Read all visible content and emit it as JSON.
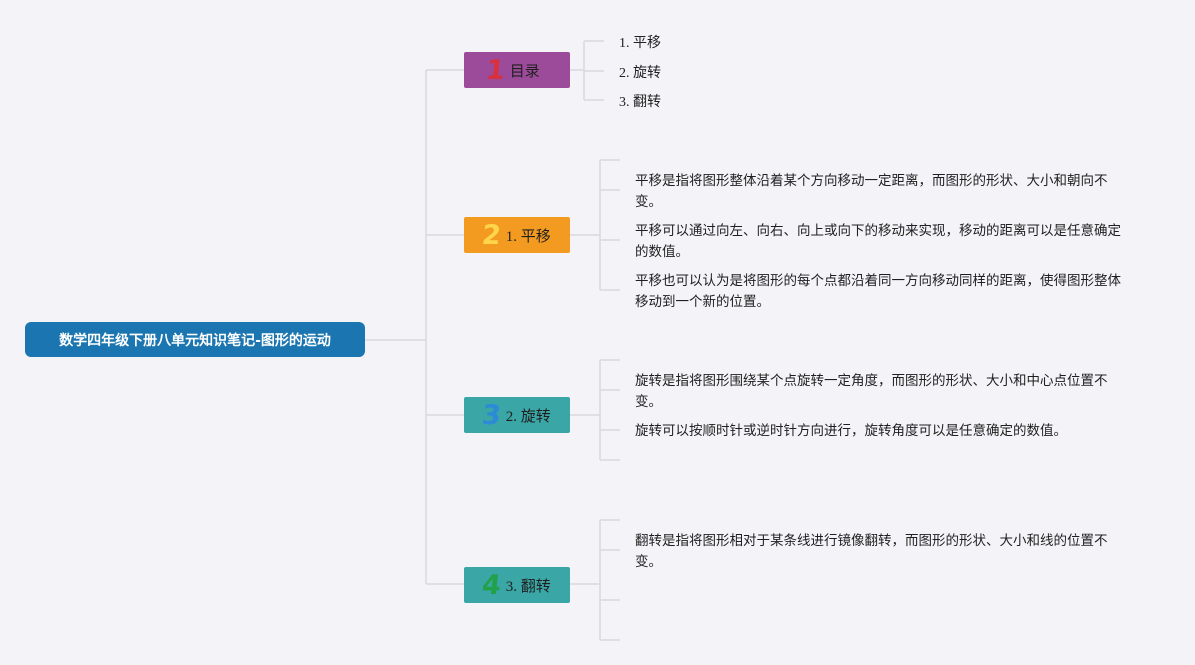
{
  "root": {
    "title": "数学四年级下册八单元知识笔记-图形的运动"
  },
  "topics": [
    {
      "number": "1",
      "label": "目录",
      "color": "#9c4b9a",
      "children": [
        "1. 平移",
        "2. 旋转",
        "3. 翻转"
      ]
    },
    {
      "number": "2",
      "label": "1. 平移",
      "color": "#f39a21",
      "children": [
        "平移是指将图形整体沿着某个方向移动一定距离，而图形的形状、大小和朝向不变。",
        "平移可以通过向左、向右、向上或向下的移动来实现，移动的距离可以是任意确定的数值。",
        "平移也可以认为是将图形的每个点都沿着同一方向移动同样的距离，使得图形整体移动到一个新的位置。"
      ]
    },
    {
      "number": "3",
      "label": "2. 旋转",
      "color": "#3aa6a6",
      "children": [
        "旋转是指将图形围绕某个点旋转一定角度，而图形的形状、大小和中心点位置不变。",
        "旋转可以按顺时针或逆时针方向进行，旋转角度可以是任意确定的数值。"
      ]
    },
    {
      "number": "4",
      "label": "3. 翻转",
      "color": "#3aa6a6",
      "children": [
        "翻转是指将图形相对于某条线进行镜像翻转，而图形的形状、大小和线的位置不变。"
      ]
    }
  ],
  "colors": {
    "background": "#f4f4f8",
    "root": "#1a75b0",
    "connector": "#d9d9de"
  }
}
